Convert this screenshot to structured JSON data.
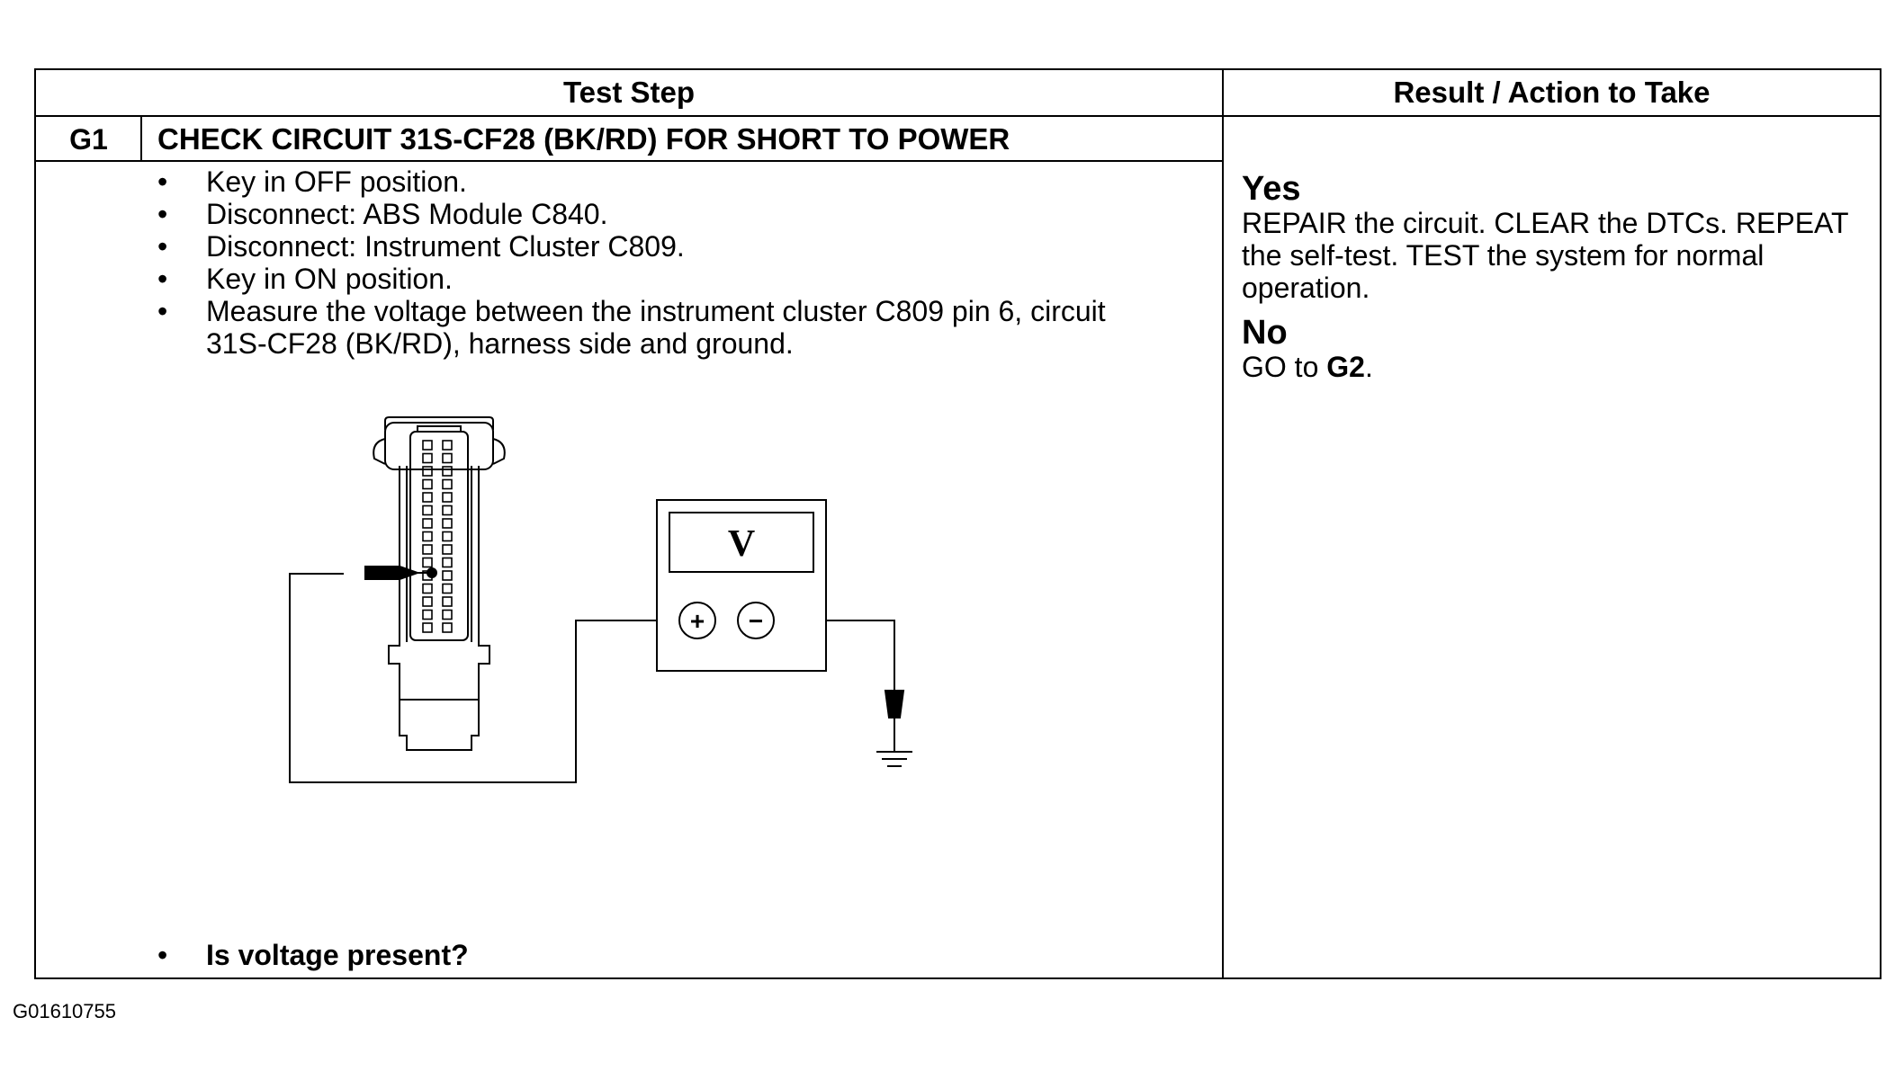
{
  "table": {
    "header_left": "Test Step",
    "header_right": "Result / Action to Take"
  },
  "step": {
    "id": "G1",
    "title": "CHECK CIRCUIT 31S-CF28 (BK/RD) FOR SHORT TO POWER",
    "instructions": [
      "Key in OFF position.",
      "Disconnect: ABS Module C840.",
      "Disconnect: Instrument Cluster C809.",
      "Key in ON position.",
      "Measure the voltage between the instrument cluster C809 pin 6, circuit 31S-CF28 (BK/RD), harness side and ground."
    ],
    "question": "Is voltage present?"
  },
  "results": {
    "yes_label": "Yes",
    "yes_text": "REPAIR the circuit. CLEAR the DTCs. REPEAT the self-test. TEST the system for normal operation.",
    "no_label": "No",
    "no_text_prefix": "GO to ",
    "no_text_target": "G2",
    "no_text_suffix": "."
  },
  "diagram": {
    "meter_display": "V",
    "plus_symbol": "+",
    "minus_symbol": "−",
    "connector_pin_rows": 15,
    "connector_pin_columns": 2
  },
  "figure_code": "G01610755"
}
